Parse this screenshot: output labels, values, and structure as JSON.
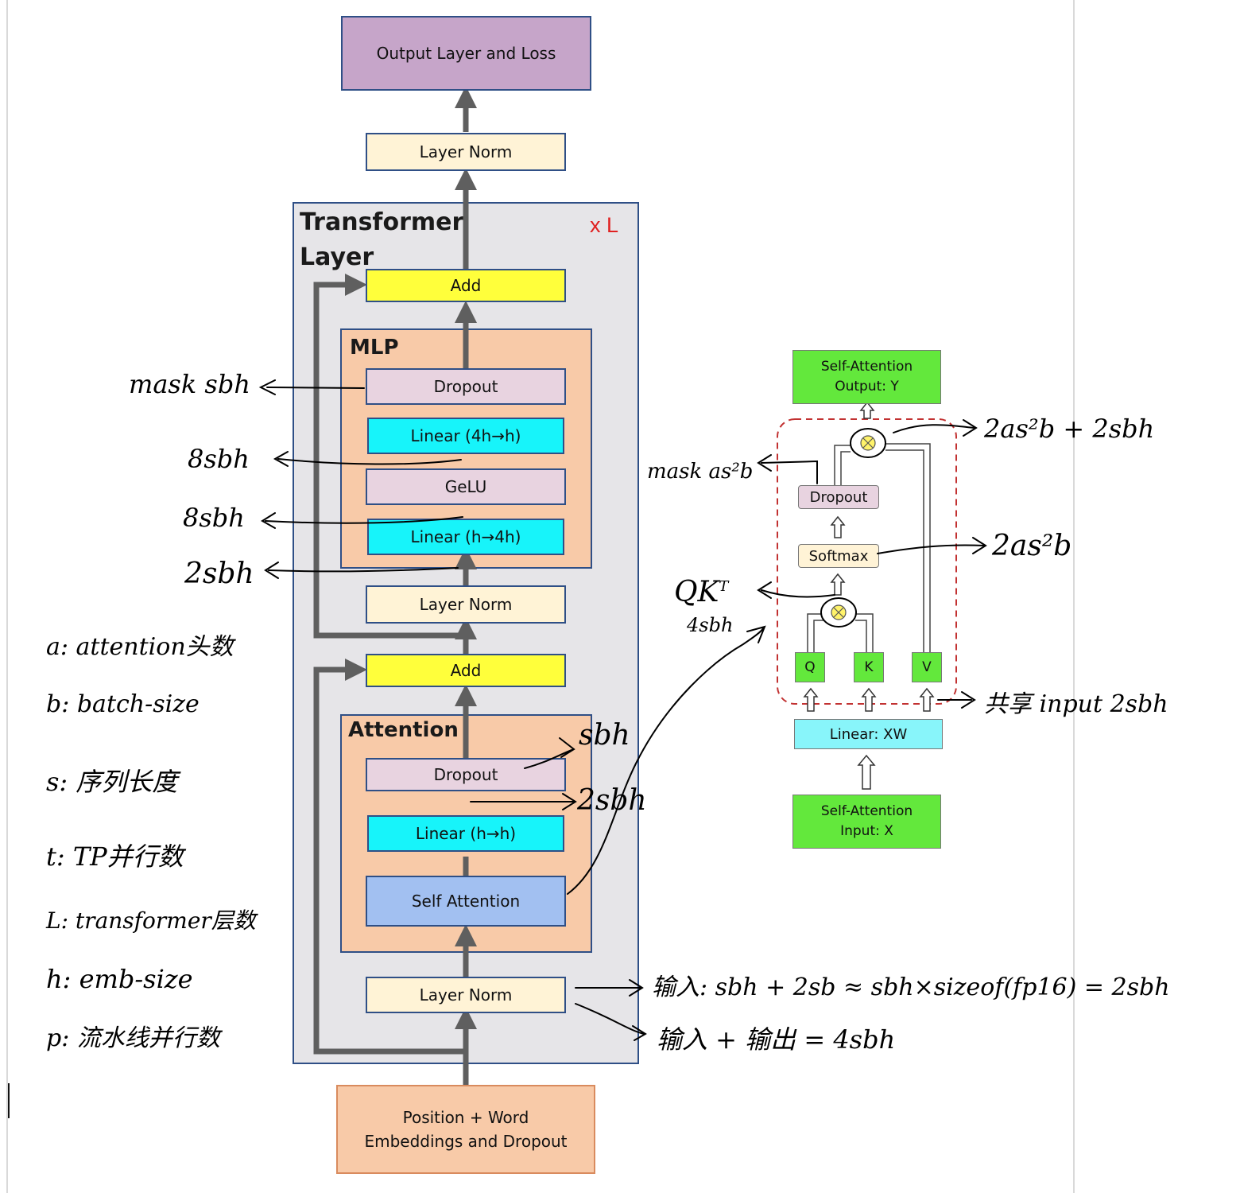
{
  "main": {
    "output": "Output Layer and Loss",
    "ln_top": "Layer Norm",
    "transformer_title": "Transformer\nLayer",
    "repeat": "x L",
    "add_top": "Add",
    "mlp_title": "MLP",
    "mlp_dropout": "Dropout",
    "linear_4h_h": "Linear (4h→h)",
    "gelu": "GeLU",
    "linear_h_4h": "Linear (h→4h)",
    "ln_mid": "Layer Norm",
    "add_bottom": "Add",
    "attn_title": "Attention",
    "attn_dropout": "Dropout",
    "linear_h_h": "Linear (h→h)",
    "self_attention": "Self Attention",
    "ln_bottom": "Layer Norm",
    "embeddings": "Position + Word\nEmbeddings and Dropout"
  },
  "side": {
    "output": "Self-Attention\nOutput: Y",
    "dropout": "Dropout",
    "softmax": "Softmax",
    "q": "Q",
    "k": "K",
    "v": "V",
    "linear": "Linear: XW",
    "input": "Self-Attention\nInput: X"
  },
  "notes": {
    "mask_sbh": "mask sbh",
    "n8sbh_a": "8sbh",
    "n8sbh_b": "8sbh",
    "n2sbh": "2sbh",
    "a": "a: attention头数",
    "b": "b: batch-size",
    "s": "s: 序列长度",
    "t": "t: TP并行数",
    "L": "L: transformer层数",
    "h": "h: emb-size",
    "p": "p: 流水线并行数",
    "attn_sbh": "sbh",
    "attn_2sbh": "2sbh",
    "input_eq": "输入: sbh + 2sb ≈ sbh×sizeof(fp16) = 2sbh",
    "io_eq": "输入 + 输出 = 4sbh",
    "qkt": "QK",
    "qkt_sup": "T",
    "qkt_size": "4sbh",
    "mask_as2b": "mask as²b",
    "out_eq": "2as²b + 2sbh",
    "softmax_eq": "2as²b",
    "shared_input": "共享 input 2sbh"
  },
  "colors": {
    "purple": "#c6a5c9",
    "cream": "#fff3d6",
    "yellow": "#ffff3b",
    "peach": "#f8caa8",
    "pink": "#e8d3e0",
    "cyan": "#17f4fa",
    "blue": "#a2c0f1",
    "gray": "#e6e5e8",
    "green": "#63e83c",
    "lightcyan": "#88f5fa",
    "arrow": "#5f5f5f",
    "red_dash": "#c23232"
  }
}
